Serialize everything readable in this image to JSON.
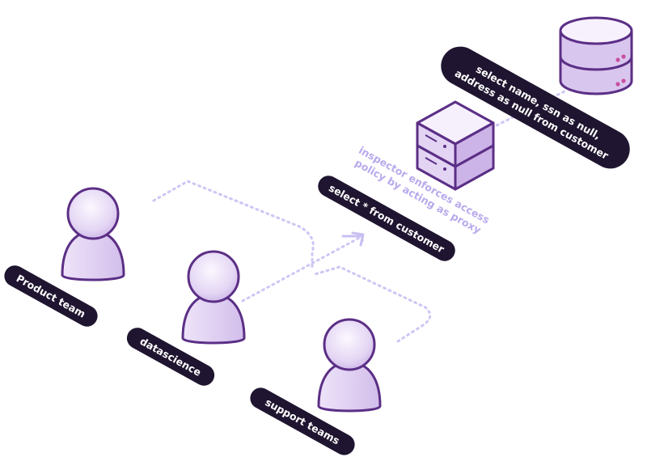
{
  "colors": {
    "pill_bg": "#1f1530",
    "pill_text": "#ffffff",
    "outline": "#5b2f86",
    "fill_light": "#e9def6",
    "fill_mid": "#d7c3ee",
    "dotted_path": "#c9bff2",
    "note_text": "#b9a9ec",
    "indicator_dot": "#c84fa0"
  },
  "icons": {
    "person": "person-icon",
    "server": "server-icon",
    "database": "database-icon"
  },
  "labels": {
    "product_team": "Product team",
    "datascience": "datascience",
    "support_teams": "support teams",
    "proxy_query": "select * from customer",
    "db_query_line1": "select name, ssn as null,",
    "db_query_line2": "address as null from customer",
    "proxy_note_line1": "inspector enforces access",
    "proxy_note_line2": "policy by acting as proxy"
  }
}
